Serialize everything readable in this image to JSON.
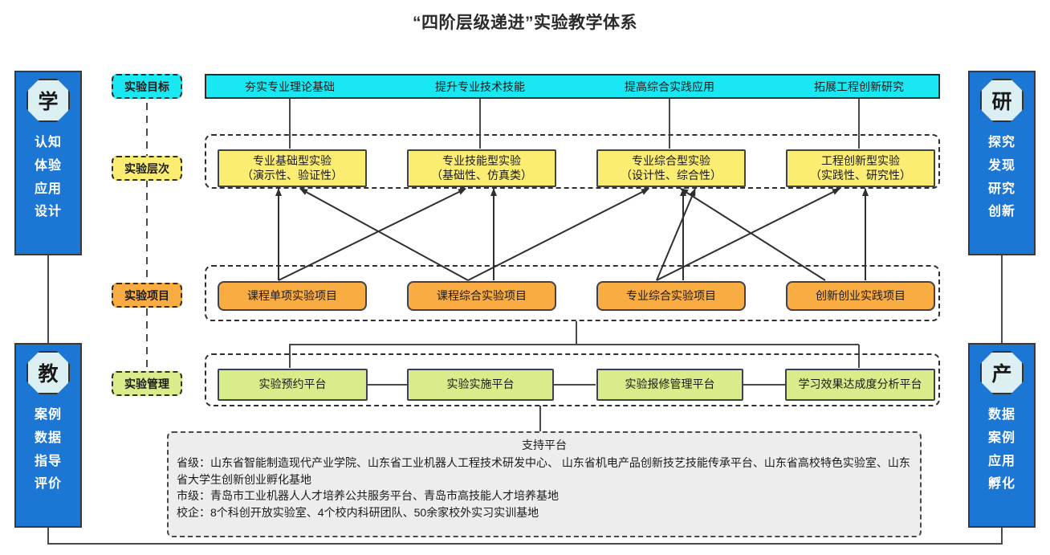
{
  "title": "“四阶层级递进”实验教学体系",
  "pillars": {
    "left_top": {
      "badge": "学",
      "words": [
        "认知",
        "体验",
        "应用",
        "设计"
      ]
    },
    "left_bottom": {
      "badge": "教",
      "words": [
        "案例",
        "数据",
        "指导",
        "评价"
      ]
    },
    "right_top": {
      "badge": "研",
      "words": [
        "探究",
        "发现",
        "研究",
        "创新"
      ]
    },
    "right_bottom": {
      "badge": "产",
      "words": [
        "数据",
        "案例",
        "应用",
        "孵化"
      ]
    }
  },
  "row_labels": [
    {
      "text": "实验目标",
      "color": "#19e8f2"
    },
    {
      "text": "实验层次",
      "color": "#fbec72"
    },
    {
      "text": "实验项目",
      "color": "#f9ac42"
    },
    {
      "text": "实验管理",
      "color": "#d9ec8b"
    }
  ],
  "goals": [
    "夯实专业理论基础",
    "提升专业技术技能",
    "提高综合实践应用",
    "拓展工程创新研究"
  ],
  "levels": [
    {
      "line1": "专业基础型实验",
      "line2": "（演示性、验证性）"
    },
    {
      "line1": "专业技能型实验",
      "line2": "（基础性、仿真类）"
    },
    {
      "line1": "专业综合型实验",
      "line2": "（设计性、综合性）"
    },
    {
      "line1": "工程创新型实验",
      "line2": "（实践性、研究性）"
    }
  ],
  "projects": [
    "课程单项实验项目",
    "课程综合实验项目",
    "专业综合实验项目",
    "创新创业实践项目"
  ],
  "platforms": [
    "实验预约平台",
    "实验实施平台",
    "实验报修管理平台",
    "学习效果达成度分析平台"
  ],
  "support": {
    "title": "支持平台",
    "lines": [
      "省级：山东省智能制造现代产业学院、山东省工业机器人工程技术研发中心、 山东省机电产品创新技艺技能传承平台、山东省高校特色实验室、山东省大学生创新创业孵化基地",
      "市级：青岛市工业机器人人才培养公共服务平台、青岛市高技能人才培养基地",
      "校企：8个科创开放实验室、4个校内科研团队、50余家校外实习实训基地"
    ]
  },
  "colors": {
    "pillar": "#1c76d4",
    "goal": "#19e8f2",
    "level": "#fbec72",
    "project": "#f9ac42",
    "platform": "#d9ec8b",
    "support_bg": "#ededee",
    "line": "#4a4a4a"
  }
}
